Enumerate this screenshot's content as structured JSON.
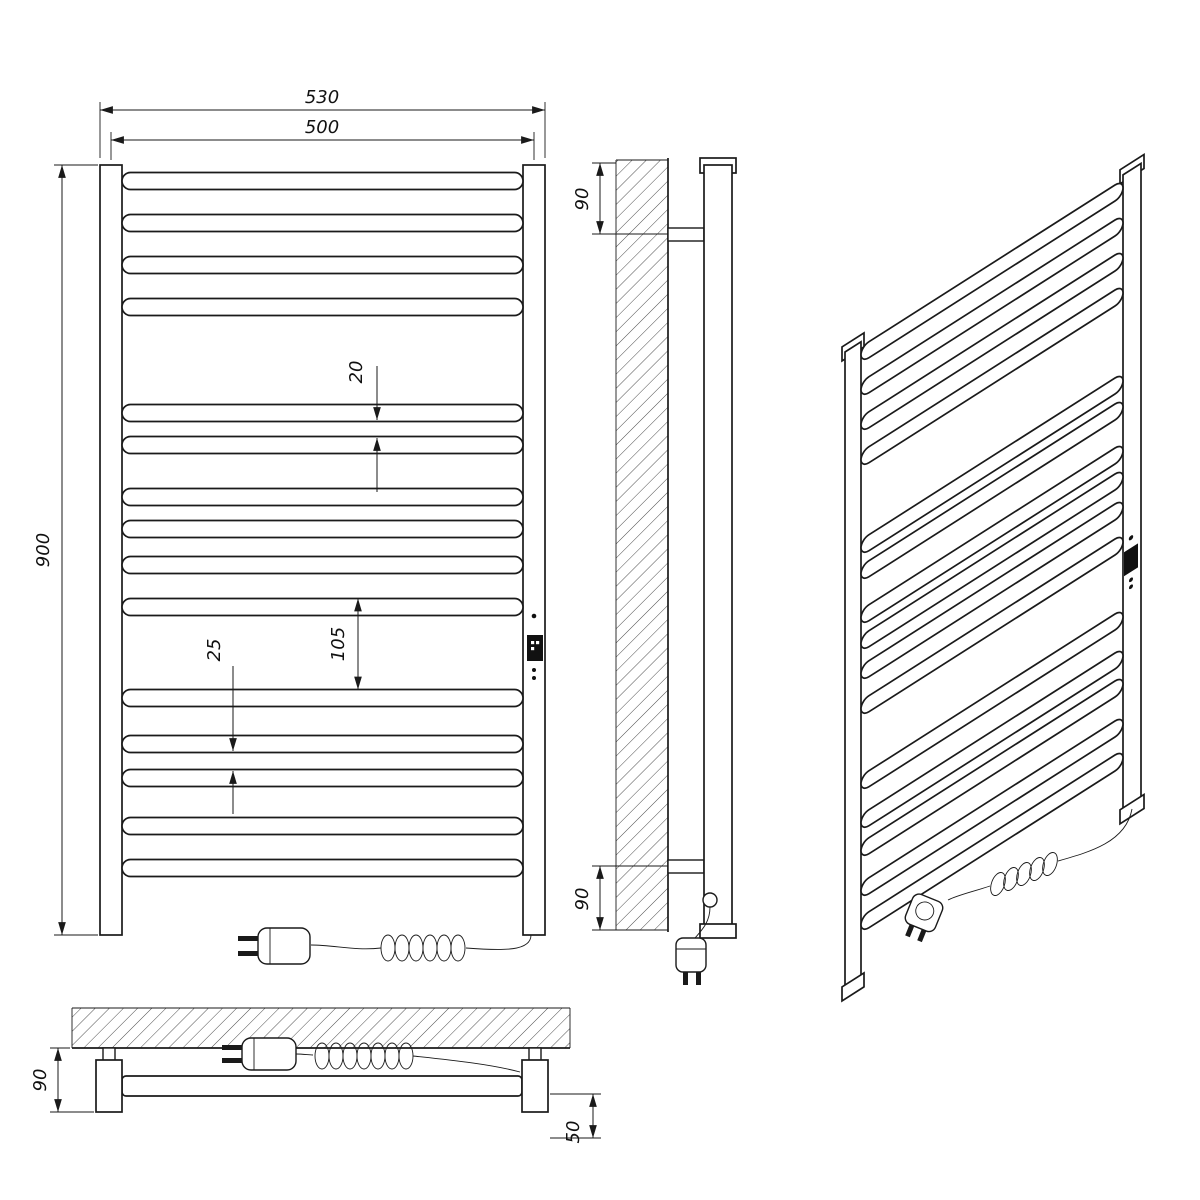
{
  "dimensions": {
    "width_overall": "530",
    "width_mount": "500",
    "height_overall": "900",
    "rung_gap_small": "20",
    "rung_spacing_large": "105",
    "rung_gap_lower": "25",
    "bracket_offset_top": "90",
    "bracket_offset_bottom": "90",
    "wall_clearance": "90",
    "bracket_depth": "50"
  }
}
